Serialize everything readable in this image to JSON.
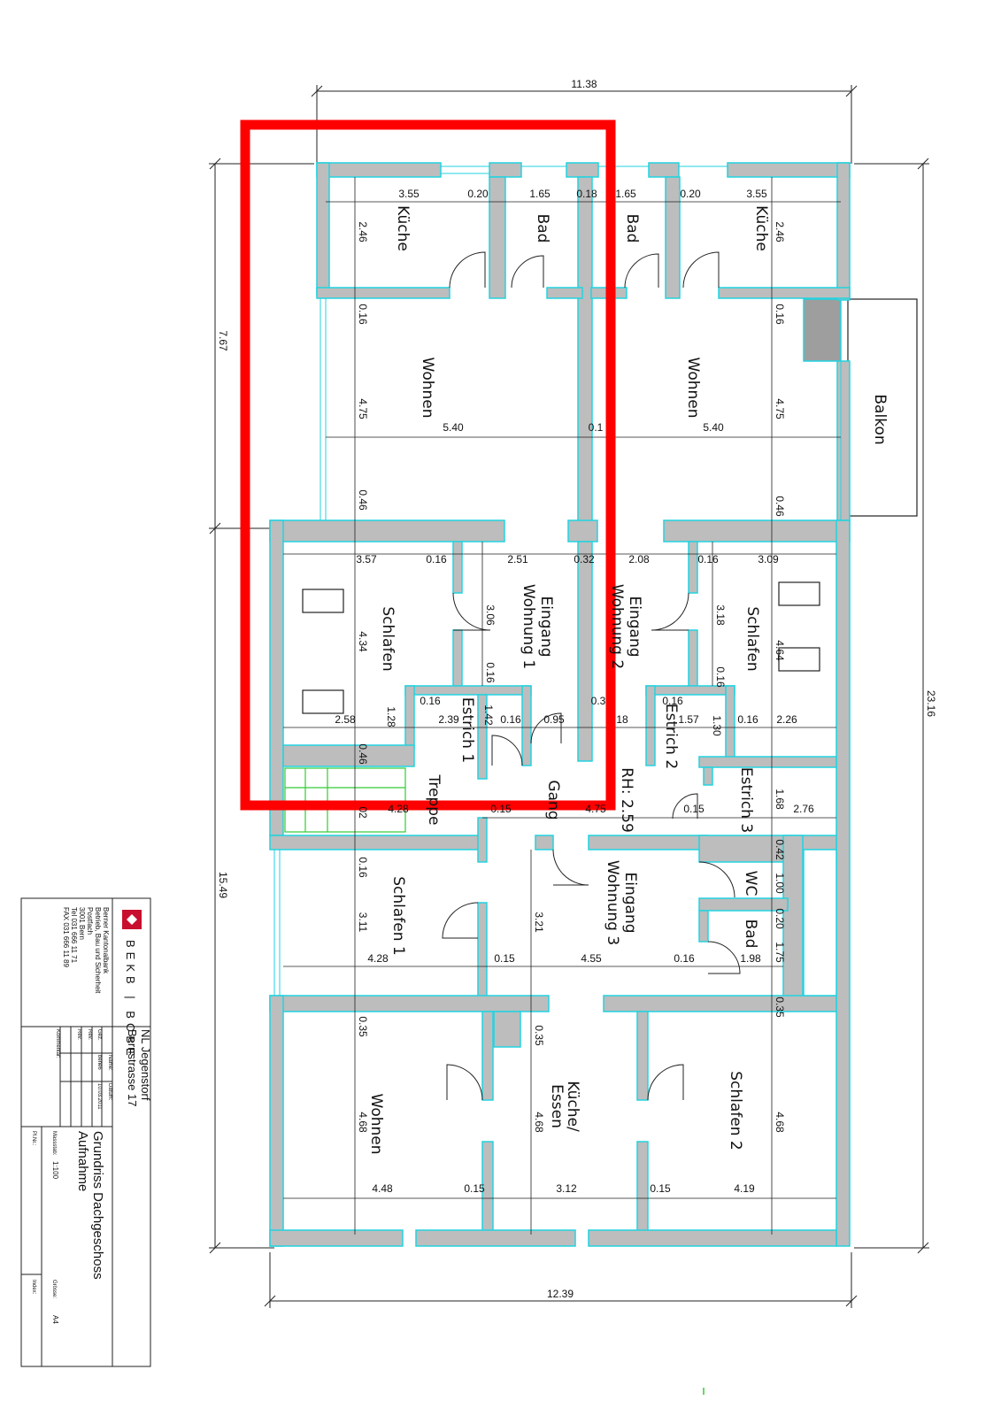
{
  "overall_dims": {
    "top_width": "11.38",
    "bottom_width": "12.39",
    "left_upper": "7.67",
    "left_lower": "15.49",
    "right_total": "23.16"
  },
  "rooms": {
    "kueche_l": "Küche",
    "bad_l": "Bad",
    "bad_r": "Bad",
    "kueche_r": "Küche",
    "wohnen_l": "Wohnen",
    "wohnen_r": "Wohnen",
    "balkon": "Balkon",
    "schlafen_l": "Schlafen",
    "eingang1_a": "Eingang",
    "eingang1_b": "Wohnung 1",
    "eingang2_a": "Eingang",
    "eingang2_b": "Wohnung 2",
    "schlafen_r": "Schlafen",
    "estrich1": "Estrich 1",
    "estrich2": "Estrich 2",
    "estrich3": "Estrich 3",
    "treppe": "Treppe",
    "gang": "Gang",
    "rh": "RH: 2.59",
    "schlafen1": "Schlafen 1",
    "eingang3_a": "Eingang",
    "eingang3_b": "Wohnung 3",
    "wc": "WC",
    "bad3": "Bad",
    "wohnen3": "Wohnen",
    "kueche3_a": "Küche/",
    "kueche3_b": "Essen",
    "schlafen2": "Schlafen 2"
  },
  "dims": {
    "d355a": "3.55",
    "d020a": "0.20",
    "d165a": "1.65",
    "d018": "0.18",
    "d165b": "1.65",
    "d020b": "0.20",
    "d355b": "3.55",
    "d246a": "2.46",
    "d246b": "2.46",
    "d016a": "0.16",
    "d016b": "0.16",
    "d475a": "4.75",
    "d475b": "4.75",
    "d540a": "5.40",
    "d540b": "5.40",
    "d01": "0.1",
    "d046a": "0.46",
    "d046b": "0.46",
    "d357": "3.57",
    "d016c": "0.16",
    "d251": "2.51",
    "d032": "0.32",
    "d208": "2.08",
    "d016d": "0.16",
    "d309": "3.09",
    "d434": "4.34",
    "d306": "3.06",
    "d318": "3.18",
    "d464": "4.64",
    "d016e": "0.16",
    "d016f": "0.16",
    "d016g": "0.16",
    "d016h": "0.16",
    "d258": "2.58",
    "d128": "1.28",
    "d239": "2.39",
    "d142": "1.42",
    "d016i": "0.16",
    "d095": "0.95",
    "d03": "0.3",
    "d18": "18",
    "d157": "1.57",
    "d130": "1.30",
    "d016j": "0.16",
    "d226": "2.26",
    "d046c": "0.46",
    "d02": "02",
    "d428a": "4.28",
    "d015a": "0.15",
    "d475c": "4.75",
    "d015b": "0.15",
    "d168": "1.68",
    "d276": "2.76",
    "d016k": "0.16",
    "d311": "3.11",
    "d321": "3.21",
    "d042": "0.42",
    "d100": "1.00",
    "d020c": "0.20",
    "d175": "1.75",
    "d428b": "4.28",
    "d015c": "0.15",
    "d455": "4.55",
    "d016l": "0.16",
    "d198": "1.98",
    "d035a": "0.35",
    "d035b": "0.35",
    "d035c": "0.35",
    "d468a": "4.68",
    "d468b": "4.68",
    "d468c": "4.68",
    "d448": "4.48",
    "d015d": "0.15",
    "d312": "3.12",
    "d015e": "0.15",
    "d419": "4.19"
  },
  "title_block": {
    "logo_text": "BEKB | BCBE",
    "company": "Berner Kantonalbank",
    "department": "Betrieb, Bau und Sicherheit",
    "postfach": "Postfach",
    "city": "3001 Bern",
    "tel": "Tel  031  666 11 71",
    "fax": "FAX  031  666 11 89",
    "hdr_name": "Name:",
    "hdr_datum": "Datum:",
    "row_gez": "Gez.",
    "val_name": "bene6",
    "val_datum": "10.03.2011",
    "row_rev1": "Rev.",
    "row_rev2": "Rev.",
    "row_kommentar": "Kommentar:",
    "location": "NL Jegenstorf",
    "street": "Bernstrasse 17",
    "title": "Grundriss Dachgeschoss",
    "subtitle": "Aufnahme",
    "massstab_label": "Massstab:",
    "massstab": "1:100",
    "grosse_label": "Grösse:",
    "grosse": "A4",
    "plnr_label": "Pl.Nr.:",
    "index_label": "Index:"
  },
  "colors": {
    "wall": "#bdbdbd",
    "outline": "#22d3e0",
    "highlight": "#ff0000",
    "stairs": "#33cc33",
    "logo": "#c8102e"
  }
}
